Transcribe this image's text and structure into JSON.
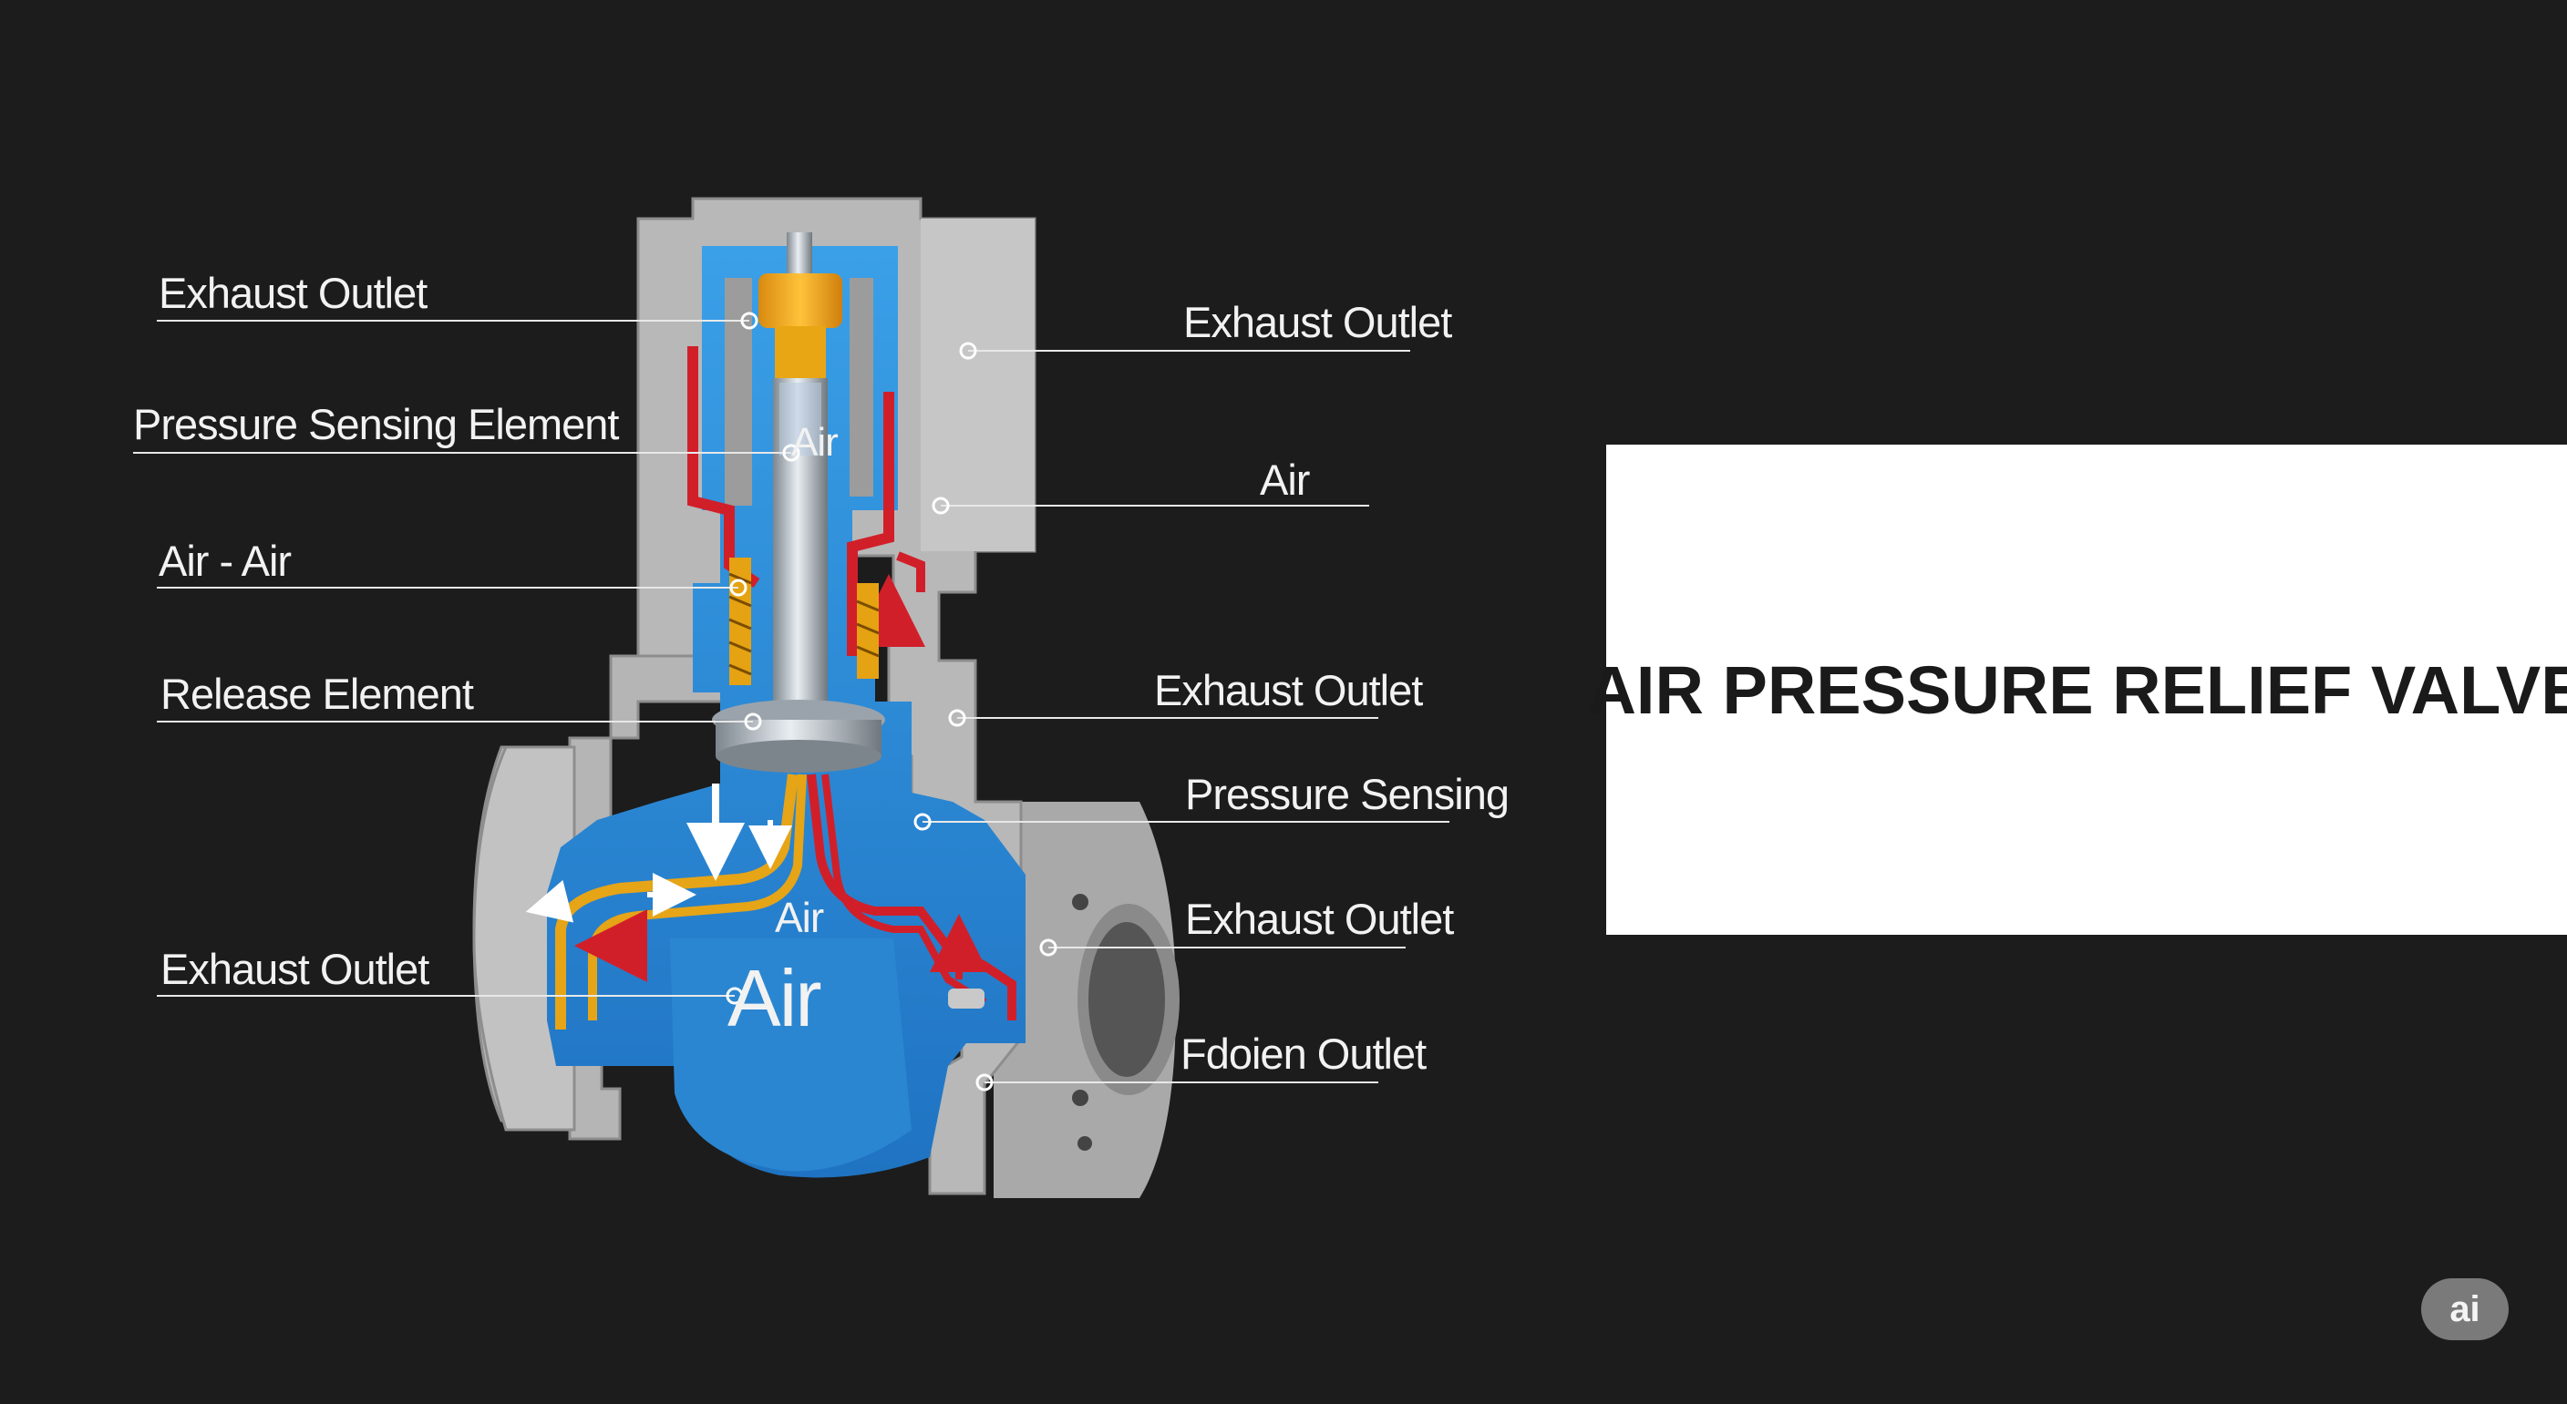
{
  "title": "AIR PRESSURE RELIEF VALVE",
  "badge": "ai",
  "diagram": {
    "center_labels": {
      "air_upper": "Air",
      "air_middle": "Air",
      "air_big": "Air"
    },
    "labels_left": [
      "Exhaust Outlet",
      "Pressure Sensing Element",
      "Air - Air",
      "Release Element",
      "Exhaust Outlet"
    ],
    "labels_right": [
      "Exhaust Outlet",
      "Air",
      "Exhaust Outlet",
      "Pressure Sensing",
      "Exhaust Outlet",
      "Fdoien Outlet"
    ]
  },
  "colors": {
    "background": "#1c1c1c",
    "body_gray": "#b9b9b9",
    "fluid_blue": "#2f8fd6",
    "flow_red": "#d11f2a",
    "flow_yellow": "#e6a417",
    "cap_orange": "#f0a21a"
  }
}
